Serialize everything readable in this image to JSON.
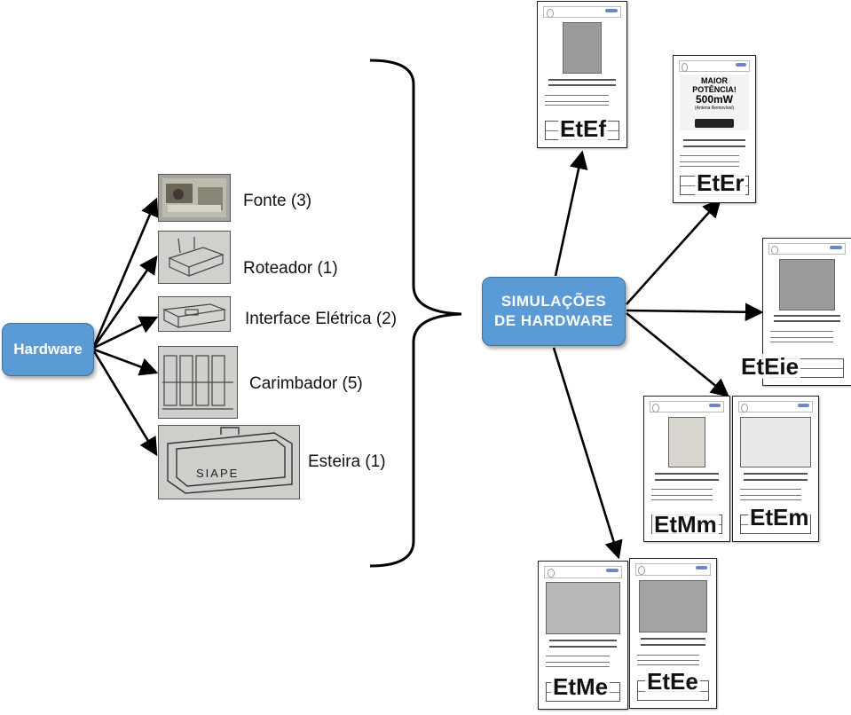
{
  "hardware_node": "Hardware",
  "simulation_node": "SIMULAÇÕES DE  HARDWARE",
  "hardware_items": [
    {
      "label": "Fonte (3)",
      "image": "power-supply-photo"
    },
    {
      "label": "Roteador (1)",
      "image": "router-sketch"
    },
    {
      "label": "Interface Elétrica (2)",
      "image": "electrical-interface-sketch"
    },
    {
      "label": "Carimbador (5)",
      "image": "stamper-sketch"
    },
    {
      "label": "Esteira (1)",
      "image": "conveyor-sketch"
    }
  ],
  "conveyor_sketch_text": "SIAPE",
  "documents": [
    {
      "code": "EtEf"
    },
    {
      "code": "EtEr"
    },
    {
      "code": "EtEie"
    },
    {
      "code": "EtMm"
    },
    {
      "code": "EtEm"
    },
    {
      "code": "EtMe"
    },
    {
      "code": "EtEe"
    }
  ],
  "router_document_text": [
    "MAIOR",
    "POTÊNCIA!",
    "500mW",
    "(Antena Removível)"
  ],
  "colors": {
    "node_fill": "#5b9bd5",
    "node_border": "#41719c",
    "arrow": "#000000"
  }
}
